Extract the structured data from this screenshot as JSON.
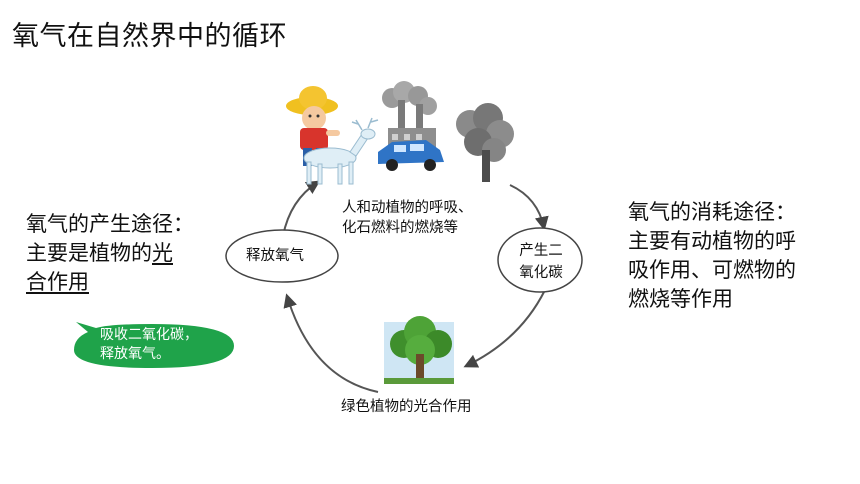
{
  "title": "氧气在自然界中的循环",
  "left": {
    "line1": "氧气的产生途径：",
    "line2_a": "主要是植物的",
    "line2_b": "光",
    "line3": "合作用"
  },
  "right": {
    "line1": "氧气的消耗途径：",
    "line2": "主要有动植物的呼",
    "line3": "吸作用、可燃物的",
    "line4": "燃烧等作用"
  },
  "callout": {
    "line1": "吸收二氧化碳，",
    "line2": "释放氧气。",
    "color": "#1fa34a"
  },
  "cycle": {
    "top_line1": "人和动植物的呼吸、",
    "top_line2": "化石燃料的燃烧等",
    "right_line1": "产生二",
    "right_line2": "氧化碳",
    "left_node": "释放氧气",
    "bottom": "绿色植物的光合作用"
  },
  "icons": [
    "farmer-icon",
    "deer-icon",
    "factory-icon",
    "car-icon",
    "burning-tree-icon",
    "green-tree-icon"
  ]
}
